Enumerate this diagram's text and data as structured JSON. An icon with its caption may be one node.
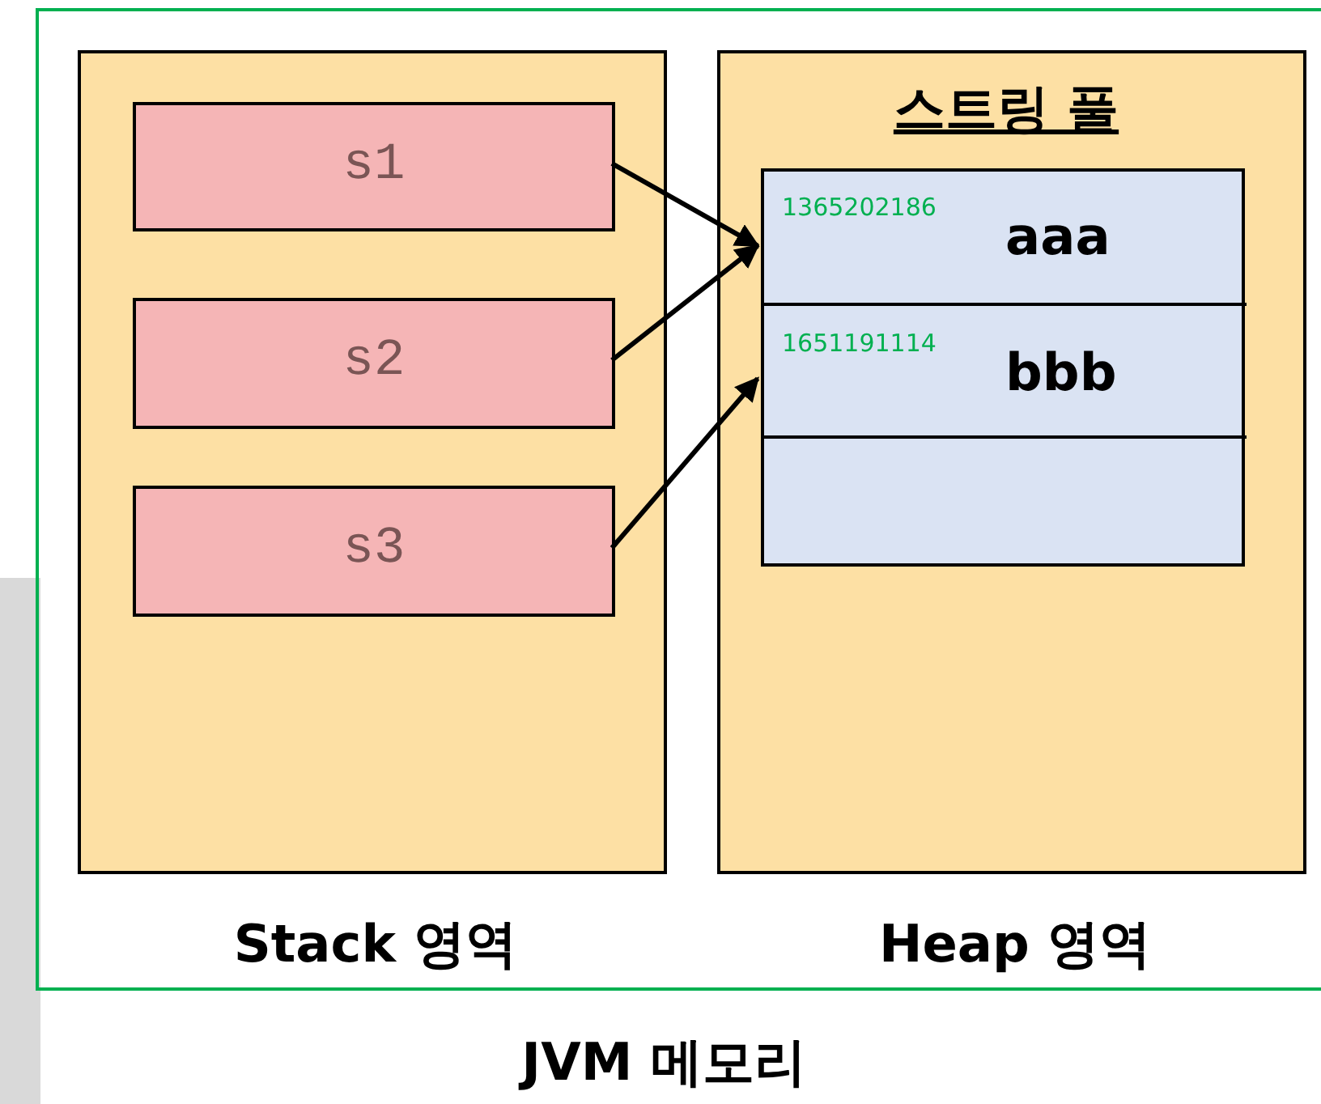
{
  "diagram": {
    "nodes": [
      {
        "text": [
          "JVM 메모리"
        ]
      },
      {
        "text": [
          "Stack 영역"
        ],
        "in": 0
      },
      {
        "text": [
          "s1"
        ],
        "in": 1
      },
      {
        "text": [
          "s2"
        ],
        "in": 1
      },
      {
        "text": [
          "s3"
        ],
        "in": 1
      },
      {
        "text": [
          "Heap 영역"
        ],
        "in": 0
      },
      {
        "text": [
          "스트링 풀"
        ],
        "in": 5
      },
      {
        "text": [
          "1365202186",
          "aaa"
        ],
        "in": 6
      },
      {
        "text": [
          "1651191114",
          "bbb"
        ],
        "in": 6
      },
      {
        "text": [],
        "shape": "box",
        "in": 6
      }
    ],
    "edges": [
      {
        "from": 2,
        "to": 7,
        "arrow": "to"
      },
      {
        "from": 3,
        "to": 7,
        "arrow": "to"
      },
      {
        "from": 4,
        "to": 8,
        "arrow": "to"
      }
    ]
  }
}
